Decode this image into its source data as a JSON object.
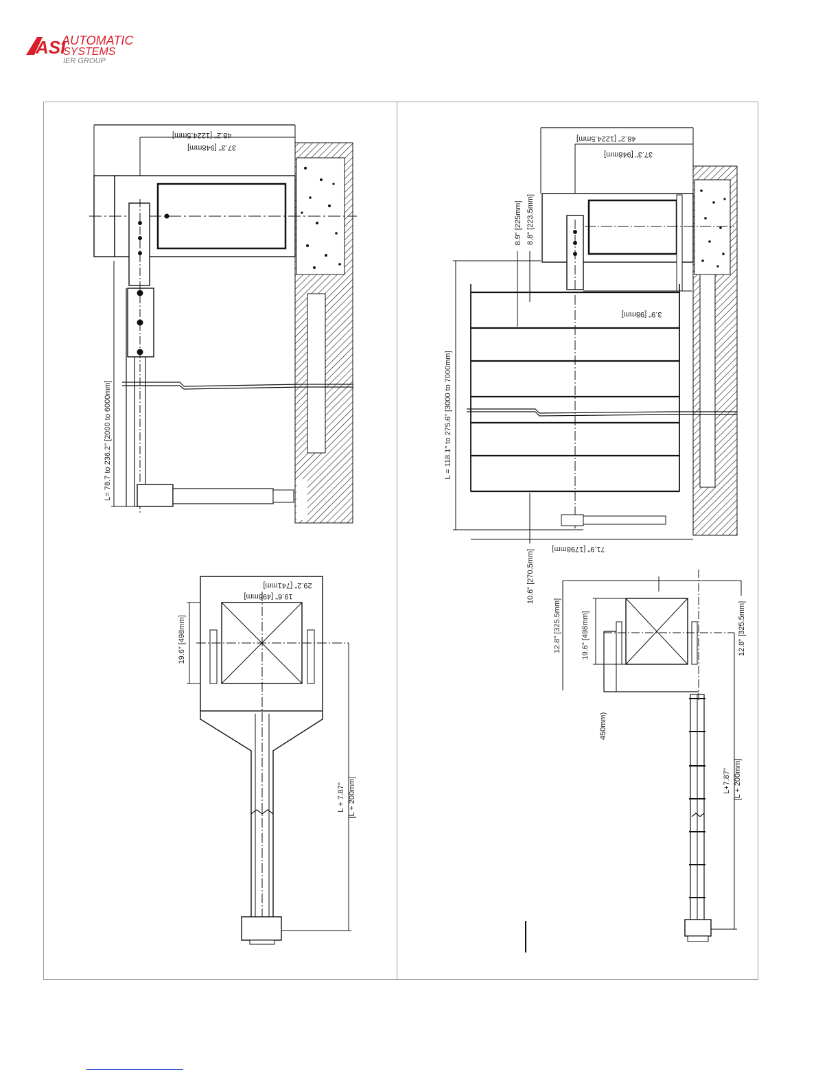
{
  "logo": {
    "mark": "ASI",
    "line1": "AUTOMATIC",
    "line2": "SYSTEMS",
    "line3": "IER GROUP",
    "brand_color": "#d8202b",
    "gray_color": "#7a7a7a"
  },
  "left_top": {
    "w_total": "48.2\" [1224.5mm]",
    "w_axis": "37.3\" [948mm]",
    "length": "L= 78.7 to 236.2\" [2000 to 6000mm]"
  },
  "left_bottom": {
    "w_outer": "29.2\" [741mm]",
    "w_box": "19.6\" [498mm]",
    "h_box": "19.6\" [498mm]",
    "arm_line1": "L + 7.87\"",
    "arm_line2": "[L + 200mm]"
  },
  "right_top": {
    "w_total": "48.2\" [1224.5mm]",
    "w_axis": "37.3\" [948mm]",
    "d1": "8.9\" [225mm]",
    "d2": "8.8\" [223.5mm]",
    "d3": "3.9\" [98mm]",
    "length": "L = 118.1\" to 275.6\" [3000 to 7000mm]",
    "width": "71.9\" [1798mm]",
    "bottom": "10.6\" [270.5mm]"
  },
  "right_bottom": {
    "s1": "12.8\" [325.5mm]",
    "s2": "19.6\" [498mm]",
    "s3": "450mm)",
    "s4": "12.8\" [325.5mm]",
    "arm_line1": "L+7.87\"",
    "arm_line2": "[L + 200mm]"
  }
}
